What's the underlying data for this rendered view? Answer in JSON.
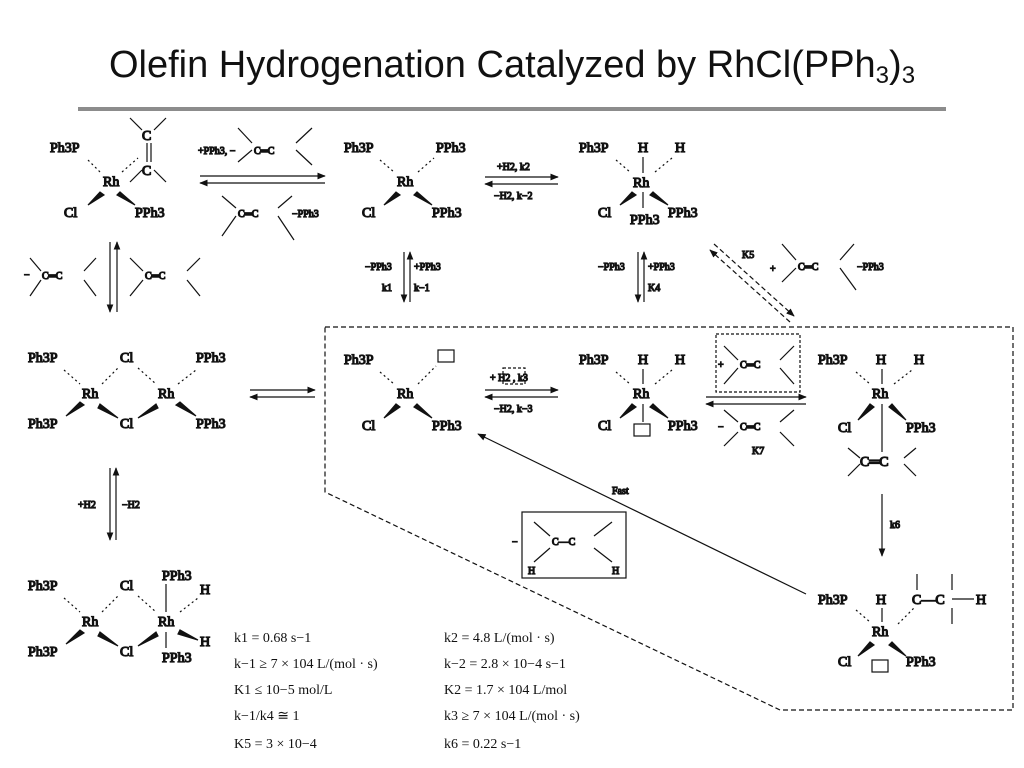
{
  "title": {
    "main": "Olefin Hydrogenation Catalyzed by RhCl(PPh",
    "sub1": "3",
    "paren": ")",
    "sub2": "3"
  },
  "atoms": {
    "ph3p": "Ph3P",
    "pph3": "PPh3",
    "rh": "Rh",
    "cl": "Cl",
    "h": "H",
    "c": "C",
    "c_dbl_c": "C═C",
    "c_c": "C—C",
    "dash": "−"
  },
  "arrows": {
    "plus_pph3_minus": "+PPh3, −",
    "minus_pph3": "−PPh3",
    "plus_h2_k2": "+H2, k2",
    "minus_h2_km2": "−H2, k−2",
    "minus_pph3_left": "−PPh3",
    "plus_pph3_right": "+PPh3",
    "k1": "k1",
    "km1": "k−1",
    "k4": "K4",
    "k5": "K5",
    "plus_h2": "+H2",
    "minus_h2": "−H2",
    "plus_h2_k3": "+ H2 , k3",
    "minus_h2_km3": "−H2, k−3",
    "k7": "K7",
    "k6": "k6",
    "fast": "Fast",
    "plus": "+",
    "minus": "−"
  },
  "constants": [
    {
      "left": "k1 = 0.68 s−1",
      "right": "k2 = 4.8 L/(mol · s)"
    },
    {
      "left": "k−1 ≥ 7 × 104 L/(mol · s)",
      "right": "k−2 = 2.8 × 10−4 s−1"
    },
    {
      "left": "K1 ≤ 10−5 mol/L",
      "right": "K2 = 1.7 × 104 L/mol"
    },
    {
      "left": "k−1/k4 ≅ 1",
      "right": "k3 ≥ 7 × 104 L/(mol · s)"
    },
    {
      "left": "K5 = 3 × 10−4",
      "right": "k6 = 0.22 s−1"
    }
  ]
}
